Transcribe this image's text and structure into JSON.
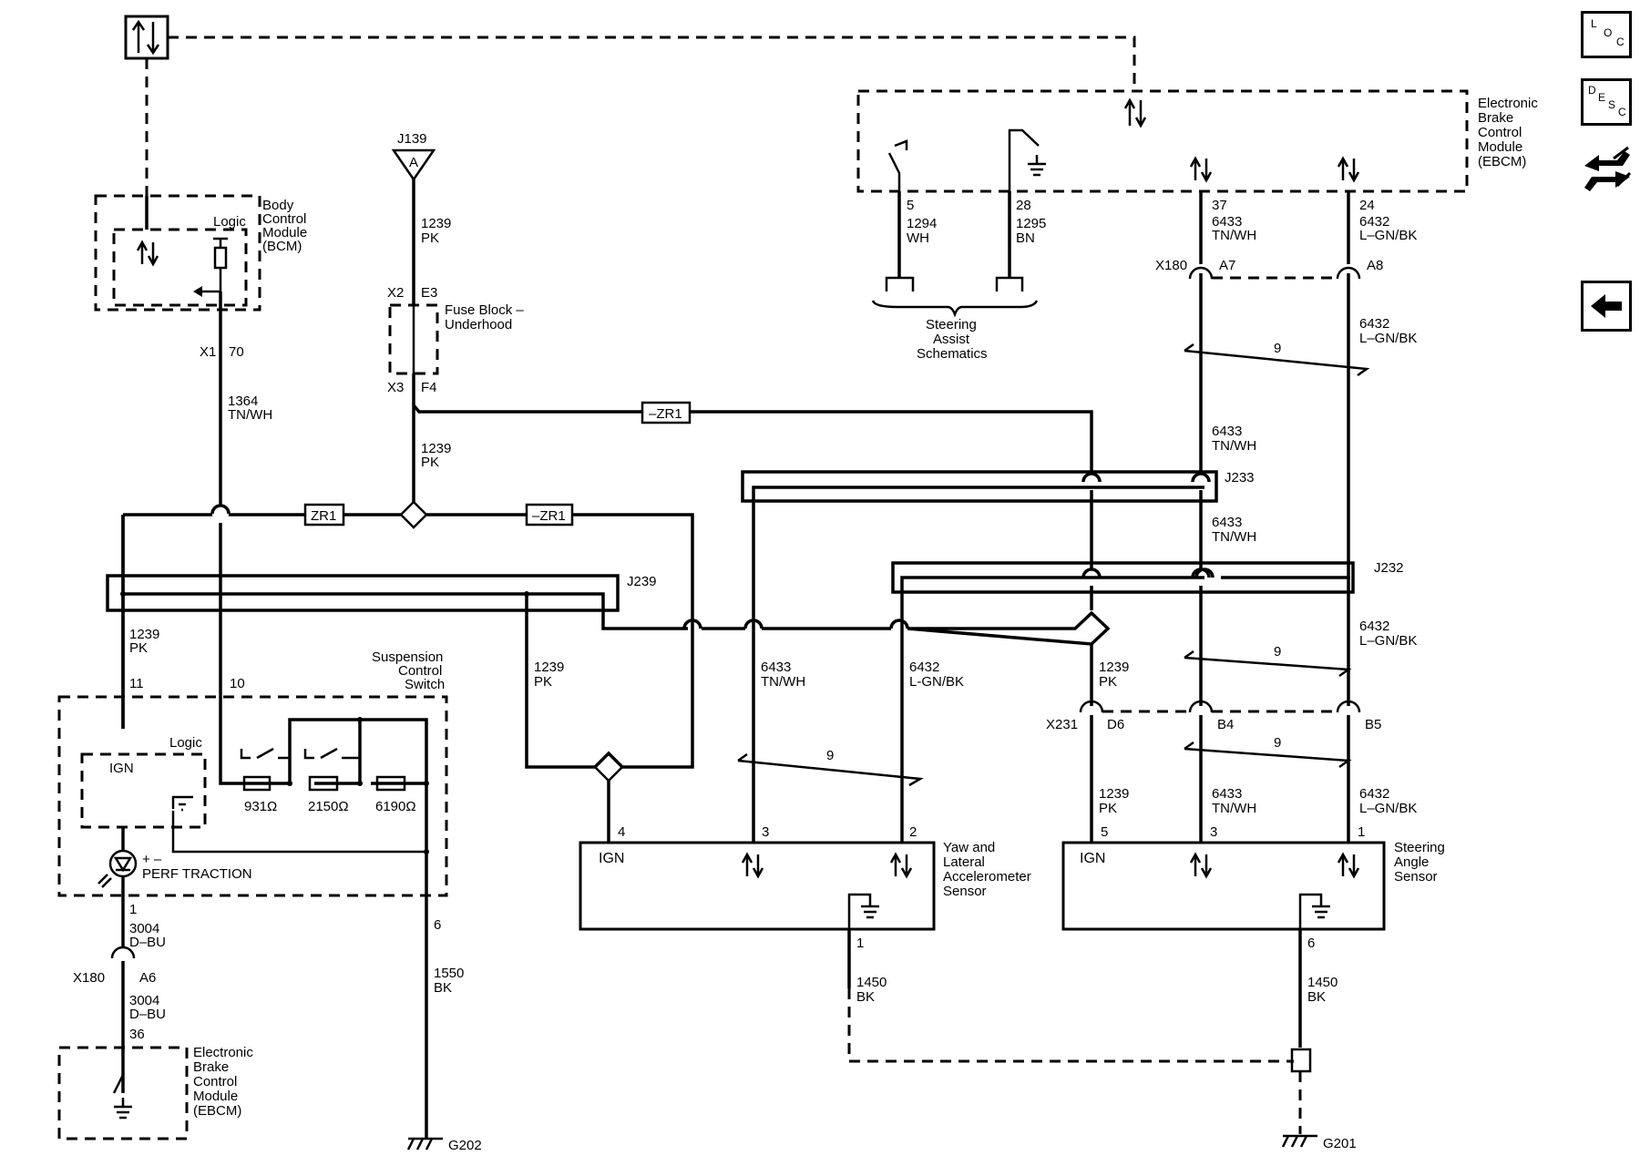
{
  "modules": {
    "bcm": {
      "title": [
        "Body",
        "Control",
        "Module",
        "(BCM)"
      ],
      "logic": "Logic",
      "connector": "X1",
      "pin": "70"
    },
    "ebcm_top": {
      "title": [
        "Electronic",
        "Brake",
        "Control",
        "Module",
        "(EBCM)"
      ]
    },
    "ebcm_bottom": {
      "title": [
        "Electronic",
        "Brake",
        "Control",
        "Module",
        "(EBCM)"
      ],
      "pin": "36"
    },
    "fuse_block": {
      "title": [
        "Fuse Block –",
        "Underhood"
      ],
      "in_conn": "X2",
      "in_pin": "E3",
      "out_conn": "X3",
      "out_pin": "F4"
    },
    "suspension_switch": {
      "title": [
        "Suspension",
        "Control",
        "Switch"
      ],
      "logic": "Logic",
      "ign": "IGN",
      "pin_ign": "11",
      "pin_logic": "10",
      "pin_ground": "6",
      "pin_led": "1",
      "led_label": "PERF TRACTION",
      "led_polarity": "+ –",
      "resistors": [
        "931Ω",
        "2150Ω",
        "6190Ω"
      ]
    },
    "yaw_sensor": {
      "title": [
        "Yaw and",
        "Lateral",
        "Accelerometer",
        "Sensor"
      ],
      "ign": "IGN",
      "pins": [
        "4",
        "3",
        "2",
        "1"
      ]
    },
    "steering_angle": {
      "title": [
        "Steering",
        "Angle",
        "Sensor"
      ],
      "ign": "IGN",
      "pins": [
        "5",
        "3",
        "1",
        "6"
      ]
    },
    "steering_assist": {
      "title": [
        "Steering",
        "Assist",
        "Schematics"
      ]
    }
  },
  "junctions": {
    "j139": "J139",
    "j139_pin": "A",
    "j233": "J233",
    "j232": "J232",
    "j239": "J239"
  },
  "fuses": {
    "zr1": "ZR1",
    "not_zr1_a": "–ZR1",
    "not_zr1_b": "–ZR1"
  },
  "grounds": {
    "g202": "G202",
    "g201": "G201"
  },
  "connectors": {
    "x180_top": {
      "name": "X180",
      "a7": "A7",
      "a8": "A8"
    },
    "x180_bottom": {
      "name": "X180",
      "a6": "A6"
    },
    "x231": {
      "name": "X231",
      "d6": "D6",
      "b4": "B4",
      "b5": "B5"
    }
  },
  "ebcm_pins": {
    "p5": "5",
    "p28": "28",
    "p37": "37",
    "p24": "24"
  },
  "wires": {
    "w1239_pk_a": [
      "1239",
      "PK"
    ],
    "w1239_pk_b": [
      "1239",
      "PK"
    ],
    "w1364": [
      "1364",
      "TN/WH"
    ],
    "w1239_pk_left": [
      "1239",
      "PK"
    ],
    "w1239_pk_mid": [
      "1239",
      "PK"
    ],
    "w6433_yaw": [
      "6433",
      "TN/WH"
    ],
    "w6432_yaw": [
      "6432",
      "L-GN/BK"
    ],
    "w1239_pk_right": [
      "1239",
      "PK"
    ],
    "w1294": [
      "1294",
      "WH"
    ],
    "w1295": [
      "1295",
      "BN"
    ],
    "w6433_top": [
      "6433",
      "TN/WH"
    ],
    "w6432_top": [
      "6432",
      "L–GN/BK"
    ],
    "w6432_a": [
      "6432",
      "L–GN/BK"
    ],
    "w6433_a": [
      "6433",
      "TN/WH"
    ],
    "w6433_b": [
      "6433",
      "TN/WH"
    ],
    "w6432_b": [
      "6432",
      "L–GN/BK"
    ],
    "w1239_pk_sas": [
      "1239",
      "PK"
    ],
    "w6433_sas": [
      "6433",
      "TN/WH"
    ],
    "w6432_sas": [
      "6432",
      "L–GN/BK"
    ],
    "w3004_a": [
      "3004",
      "D–BU"
    ],
    "w3004_b": [
      "3004",
      "D–BU"
    ],
    "w1550": [
      "1550",
      "BK"
    ],
    "w1450_yaw": [
      "1450",
      "BK"
    ],
    "w1450_sas": [
      "1450",
      "BK"
    ]
  },
  "twist_labels": [
    "9",
    "9",
    "9",
    "9"
  ],
  "nav": {
    "loc_icon": "loc-icon",
    "desc_icon": "desc-icon",
    "connector_icon": "connector-icon",
    "back_icon": "back-arrow-icon",
    "loc_letters": [
      "L",
      "O",
      "C"
    ],
    "desc_letters": [
      "D",
      "E",
      "S",
      "C"
    ]
  }
}
